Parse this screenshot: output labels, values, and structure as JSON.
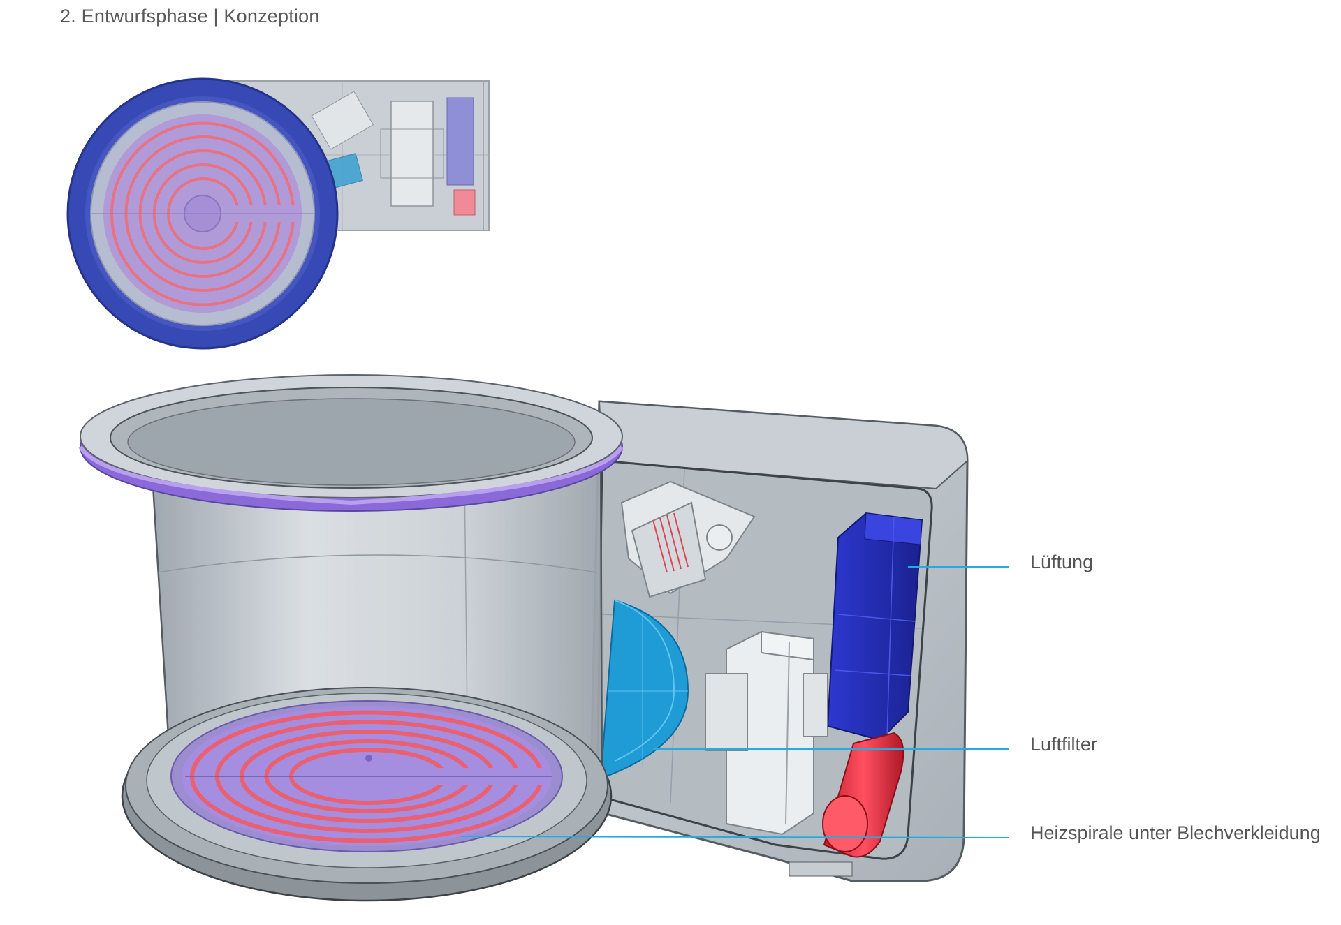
{
  "header": {
    "title": "2. Entwurfsphase | Konzeption"
  },
  "callouts": [
    {
      "label": "Lüftung"
    },
    {
      "label": "Luftfilter"
    },
    {
      "label": "Heizspirale unter Blechverkleidung"
    }
  ],
  "colors": {
    "callout_line": "#2aa8e0",
    "heating_coil": "#ff4a4a",
    "rim_blue": "#3548b8",
    "rim_violet": "#8a6ad8",
    "plate_violet": "#a58ee0",
    "housing_grey": "#bfc6cc",
    "filter_cyan": "#1e9cd8",
    "fan_blue": "#2430c8",
    "cylinder_red": "#e83040"
  }
}
